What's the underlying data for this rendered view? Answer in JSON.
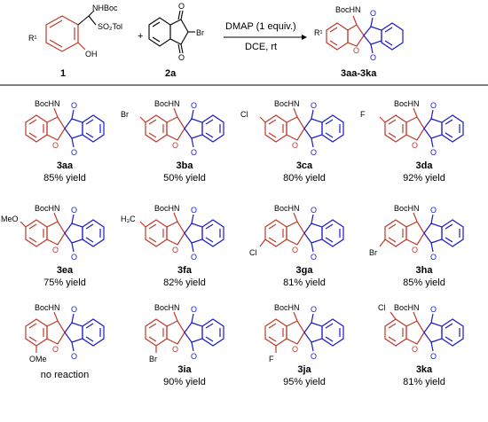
{
  "scheme": {
    "reagent_1": {
      "label": "1",
      "nhboc": "NHBoc",
      "so2tol": "SO₂Tol",
      "oh": "OH",
      "r1": "R¹"
    },
    "plus": "+",
    "reagent_2": {
      "label": "2a",
      "br": "Br"
    },
    "conditions_top": "DMAP (1 equiv.)",
    "conditions_bottom": "DCE, rt",
    "product": {
      "label": "3aa-3ka",
      "bochn": "BocHN",
      "r1": "R¹"
    }
  },
  "entries": [
    {
      "id": "3aa",
      "yield": "85% yield",
      "sub": "",
      "subpos": ""
    },
    {
      "id": "3ba",
      "yield": "50% yield",
      "sub": "Br",
      "subpos": "c5"
    },
    {
      "id": "3ca",
      "yield": "80% yield",
      "sub": "Cl",
      "subpos": "c5"
    },
    {
      "id": "3da",
      "yield": "92% yield",
      "sub": "F",
      "subpos": "c5"
    },
    {
      "id": "3ea",
      "yield": "75% yield",
      "sub": "MeO",
      "subpos": "c5"
    },
    {
      "id": "3fa",
      "yield": "82% yield",
      "sub": "H₃C",
      "subpos": "c5"
    },
    {
      "id": "3ga",
      "yield": "81% yield",
      "sub": "Cl",
      "subpos": "c6"
    },
    {
      "id": "3ha",
      "yield": "85% yield",
      "sub": "Br",
      "subpos": "c6"
    },
    {
      "id": "",
      "yield": "no reaction",
      "sub": "OMe",
      "subpos": "c7"
    },
    {
      "id": "3ia",
      "yield": "90% yield",
      "sub": "Br",
      "subpos": "c7"
    },
    {
      "id": "3ja",
      "yield": "95% yield",
      "sub": "F",
      "subpos": "c7"
    },
    {
      "id": "3ka",
      "yield": "81% yield",
      "sub": "Cl",
      "subpos": "c4"
    }
  ],
  "atoms": {
    "bochn": "BocHN",
    "o": "O"
  }
}
